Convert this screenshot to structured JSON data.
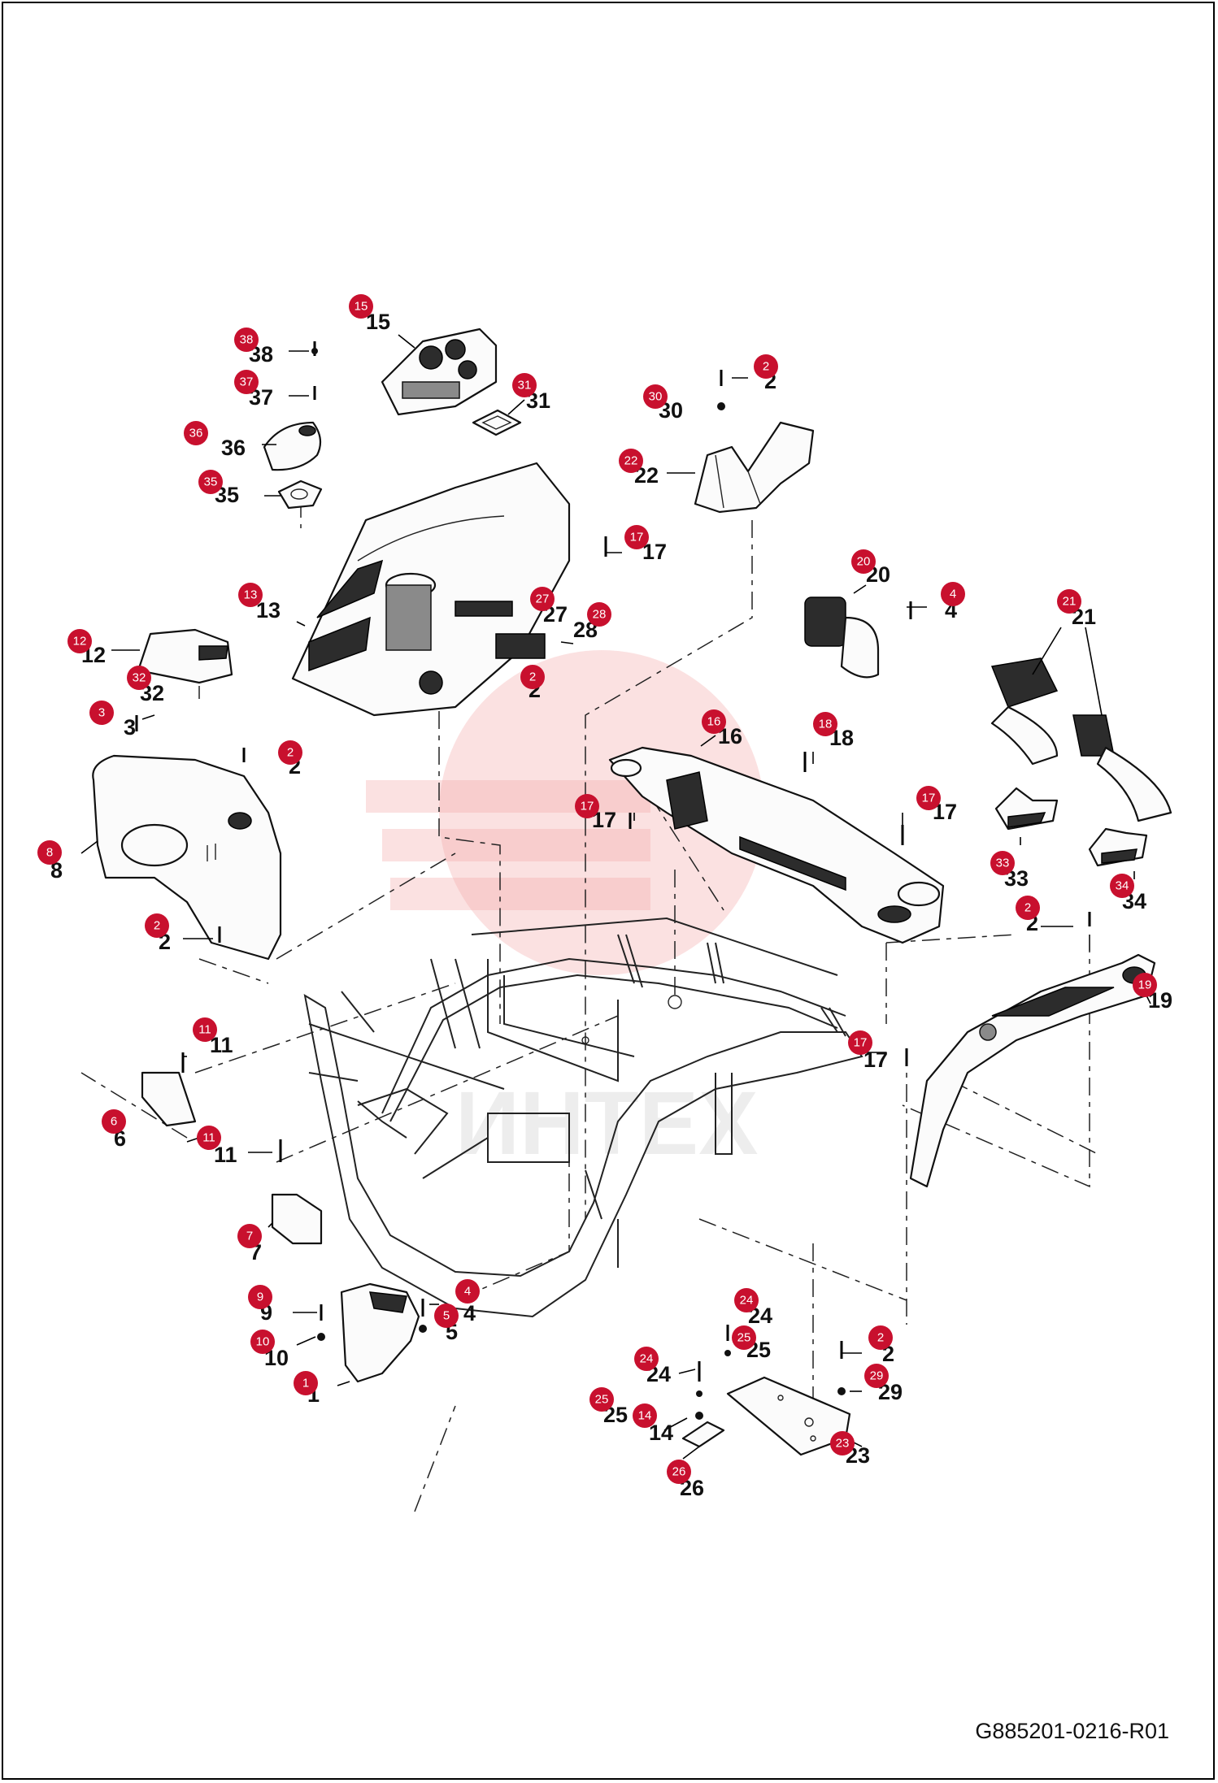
{
  "document_id": "G885201-0216-R01",
  "watermark": "ИНТЕХ",
  "colors": {
    "callout": "#c8102e",
    "watermark": "#f4a8a8"
  },
  "callouts": [
    "38",
    "37",
    "36",
    "35",
    "15",
    "31",
    "30",
    "2",
    "22",
    "17",
    "13",
    "27",
    "28",
    "20",
    "4",
    "21",
    "12",
    "32",
    "3",
    "8",
    "16",
    "18",
    "33",
    "34",
    "19",
    "11",
    "6",
    "7",
    "9",
    "10",
    "5",
    "1",
    "24",
    "25",
    "14",
    "26",
    "23",
    "29"
  ]
}
